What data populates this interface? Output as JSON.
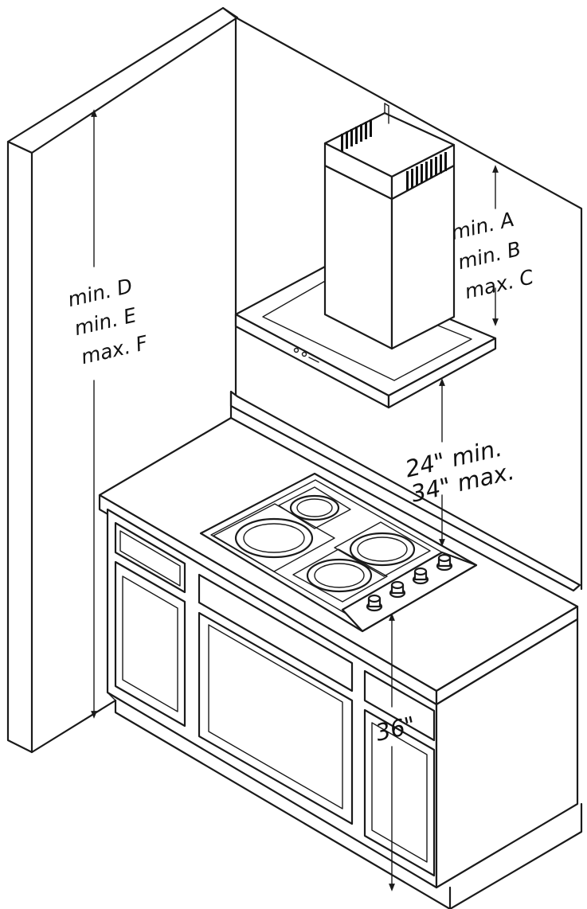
{
  "labels": {
    "wall_dims": [
      "min.  D",
      "min.  E",
      "max. F"
    ],
    "chimney_dims": [
      "min.  A",
      "min.  B",
      "max. C"
    ],
    "hood_to_cooktop": [
      "24\" min.",
      "34\" max."
    ],
    "counter_height": "36\""
  },
  "colors": {
    "line": "#1a1a1a",
    "background": "#ffffff"
  }
}
